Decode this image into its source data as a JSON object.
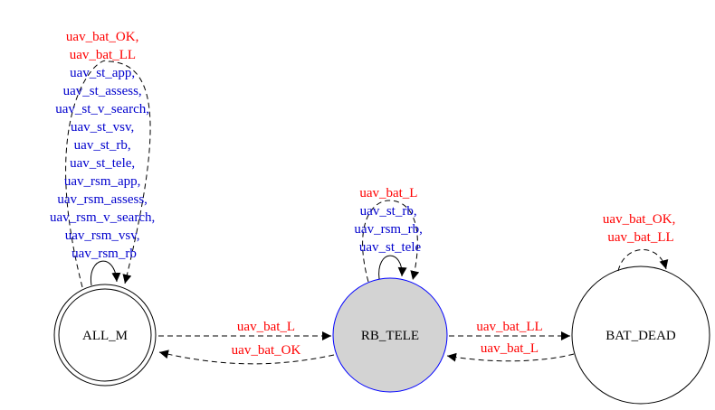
{
  "colors": {
    "event_red": "#ff0000",
    "state_blue": "#0000cd",
    "current_state_fill": "#d3d3d3",
    "current_state_stroke": "#0000ff"
  },
  "nodes": {
    "all_m": {
      "label": "ALL_M",
      "shape": "double-circle",
      "initial": true
    },
    "rb_tele": {
      "label": "RB_TELE",
      "shape": "filled-circle",
      "highlighted": true
    },
    "bat_dead": {
      "label": "BAT_DEAD",
      "shape": "circle"
    }
  },
  "edges": {
    "all_m_self_dashed": [
      {
        "text": "uav_bat_OK,",
        "color": "red"
      },
      {
        "text": "uav_bat_LL",
        "color": "red"
      },
      {
        "text": "uav_st_app,",
        "color": "blue"
      },
      {
        "text": "uav_st_assess,",
        "color": "blue"
      },
      {
        "text": "uav_st_v_search,",
        "color": "blue"
      },
      {
        "text": "uav_st_vsv,",
        "color": "blue"
      },
      {
        "text": "uav_st_rb,",
        "color": "blue"
      },
      {
        "text": "uav_st_tele,",
        "color": "blue"
      },
      {
        "text": "uav_rsm_app,",
        "color": "blue"
      },
      {
        "text": "uav_rsm_assess,",
        "color": "blue"
      },
      {
        "text": "uav_rsm_v_search,",
        "color": "blue"
      },
      {
        "text": "uav_rsm_vsv,",
        "color": "blue"
      },
      {
        "text": "uav_rsm_rb",
        "color": "blue"
      }
    ],
    "rb_tele_self_dashed": [
      {
        "text": "uav_bat_L",
        "color": "red"
      },
      {
        "text": "uav_st_rb,",
        "color": "blue"
      },
      {
        "text": "uav_rsm_rb,",
        "color": "blue"
      },
      {
        "text": "uav_st_tele",
        "color": "blue"
      }
    ],
    "bat_dead_self_dashed": [
      {
        "text": "uav_bat_OK,",
        "color": "red"
      },
      {
        "text": "uav_bat_LL",
        "color": "red"
      }
    ],
    "all_m_to_rb_tele": "uav_bat_L",
    "rb_tele_to_all_m": "uav_bat_OK",
    "rb_tele_to_bat_dead": "uav_bat_LL",
    "bat_dead_to_rb_tele": "uav_bat_L"
  }
}
